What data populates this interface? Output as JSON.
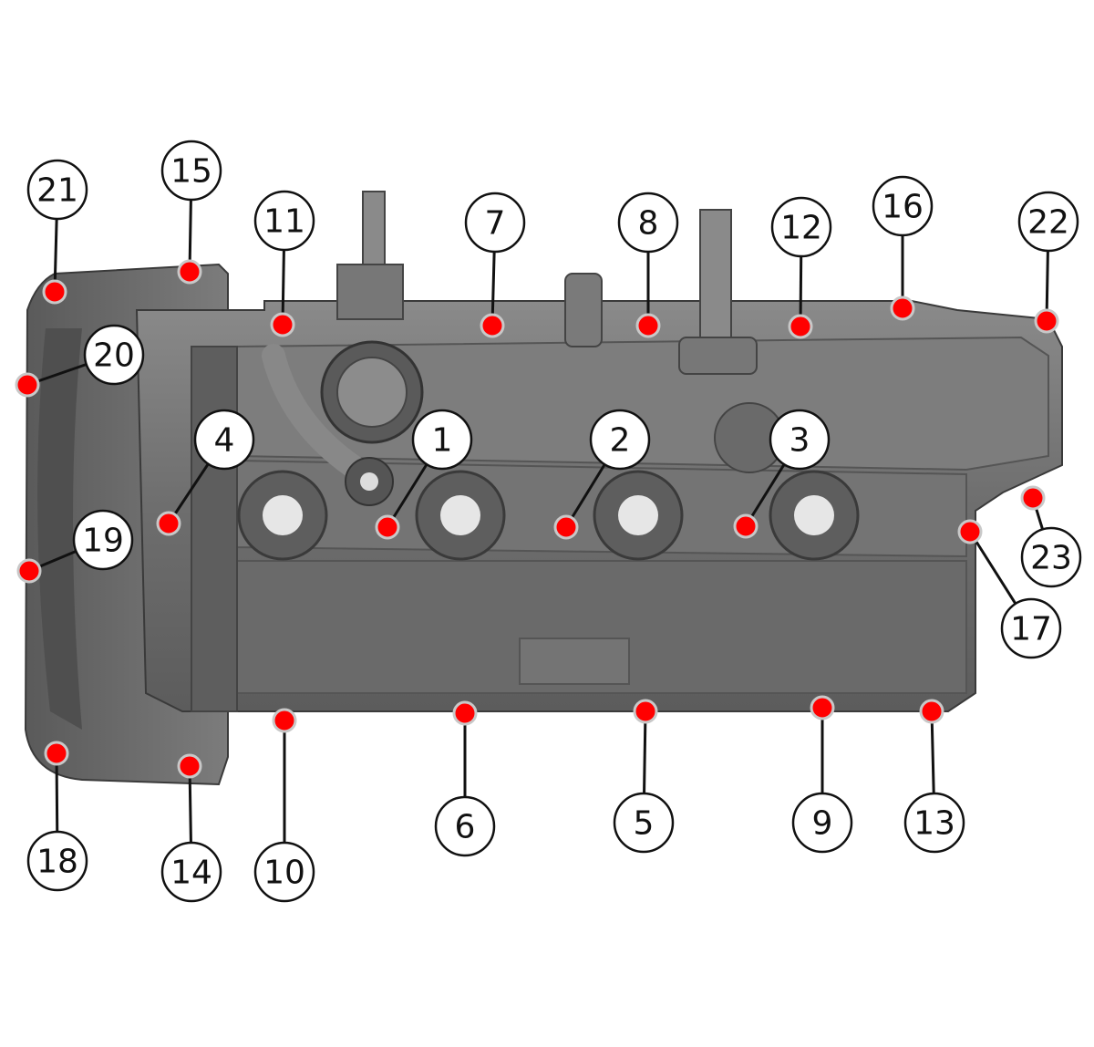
{
  "figure": {
    "subject": "cylinder head cover",
    "bolt_color": "#ff0000",
    "cover_color": "#6f6f6f",
    "callouts": [
      {
        "id": 1,
        "label": "1"
      },
      {
        "id": 2,
        "label": "2"
      },
      {
        "id": 3,
        "label": "3"
      },
      {
        "id": 4,
        "label": "4"
      },
      {
        "id": 5,
        "label": "5"
      },
      {
        "id": 6,
        "label": "6"
      },
      {
        "id": 7,
        "label": "7"
      },
      {
        "id": 8,
        "label": "8"
      },
      {
        "id": 9,
        "label": "9"
      },
      {
        "id": 10,
        "label": "10"
      },
      {
        "id": 11,
        "label": "11"
      },
      {
        "id": 12,
        "label": "12"
      },
      {
        "id": 13,
        "label": "13"
      },
      {
        "id": 14,
        "label": "14"
      },
      {
        "id": 15,
        "label": "15"
      },
      {
        "id": 16,
        "label": "16"
      },
      {
        "id": 17,
        "label": "17"
      },
      {
        "id": 18,
        "label": "18"
      },
      {
        "id": 19,
        "label": "19"
      },
      {
        "id": 20,
        "label": "20"
      },
      {
        "id": 21,
        "label": "21"
      },
      {
        "id": 22,
        "label": "22"
      },
      {
        "id": 23,
        "label": "23"
      }
    ]
  }
}
